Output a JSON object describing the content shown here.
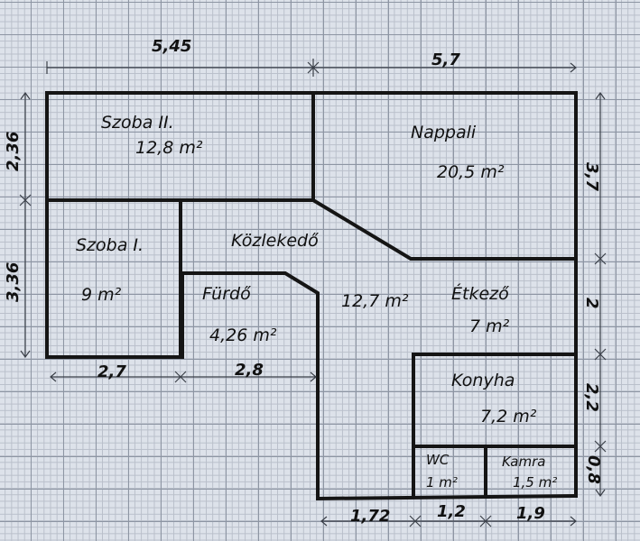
{
  "dimensions": {
    "top": [
      "5,45",
      "5,7"
    ],
    "left": [
      "2,36",
      "3,36"
    ],
    "right": [
      "3,7",
      "2",
      "2,2",
      "0,8"
    ],
    "bottom_left": [
      "2,7",
      "2,8"
    ],
    "bottom_right": [
      "1,72",
      "1,2",
      "1,9"
    ]
  },
  "rooms": {
    "szoba2": {
      "name": "Szoba II.",
      "area": "12,8 m²"
    },
    "nappali": {
      "name": "Nappali",
      "area": "20,5 m²"
    },
    "szoba1": {
      "name": "Szoba I.",
      "area": "9 m²"
    },
    "kozlekedo": {
      "name": "Közlekedő",
      "area": "12,7 m²"
    },
    "furdo": {
      "name": "Fürdő",
      "area": "4,26 m²"
    },
    "etkezo": {
      "name": "Étkező",
      "area": "7 m²"
    },
    "konyha": {
      "name": "Konyha",
      "area": "7,2 m²"
    },
    "wc": {
      "name": "WC",
      "area": "1 m²"
    },
    "kamra": {
      "name": "Kamra",
      "area": "1,5 m²"
    }
  }
}
